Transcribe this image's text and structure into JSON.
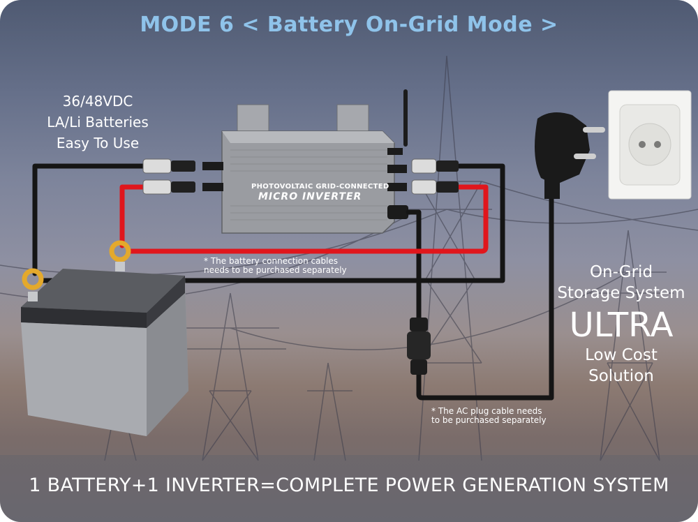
{
  "header": {
    "title": "MODE 6 < Battery On-Grid Mode >"
  },
  "battery_label": {
    "line1": "36/48VDC",
    "line2": "LA/Li Batteries",
    "line3": "Easy To Use"
  },
  "inverter": {
    "line1": "PHOTOVOLTAIC GRID-CONNECTED",
    "line2": "MICRO INVERTER"
  },
  "notes": {
    "battery_cable_line1": "* The battery connection cables",
    "battery_cable_line2": "needs to be purchased separately",
    "ac_cable_line1": "* The AC plug cable needs",
    "ac_cable_line2": "to be purchased separately"
  },
  "side_panel": {
    "line1": "On-Grid",
    "line2": "Storage System",
    "highlight": "ULTRA",
    "line3": "Low Cost",
    "line4": "Solution"
  },
  "footer": {
    "text": "1 BATTERY+1 INVERTER=COMPLETE POWER GENERATION SYSTEM"
  },
  "colors": {
    "title": "#8fc3ea",
    "positive_cable": "#e0161c",
    "negative_cable": "#151515",
    "terminal_ring": "#e4a92c",
    "inverter_body": "#9c9ea3"
  }
}
